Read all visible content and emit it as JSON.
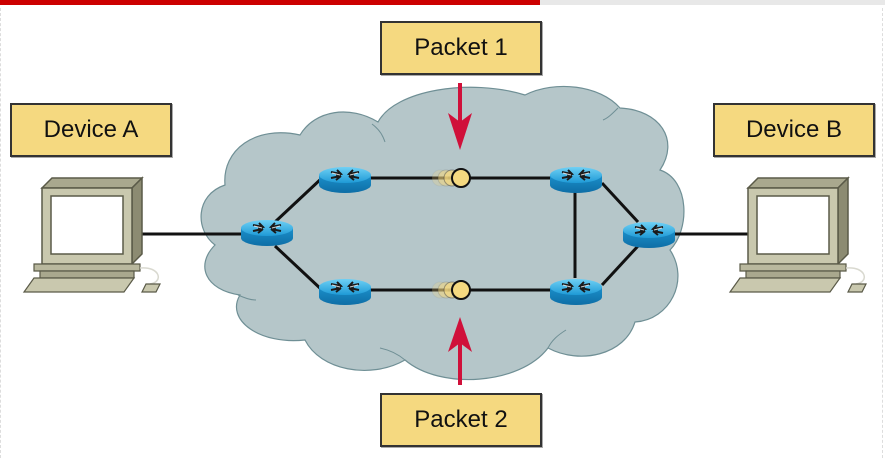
{
  "slide_progress": {
    "fraction": 0.61,
    "fill_color": "#cc0000",
    "track_color": "#e8e8e8"
  },
  "labels": {
    "device_a": "Device A",
    "device_b": "Device B",
    "packet_1": "Packet 1",
    "packet_2": "Packet 2"
  },
  "colors": {
    "label_fill": "#f5d980",
    "cloud_fill": "#b5c6c9",
    "router_blue": "#2aa0d8",
    "arrow_red": "#d0103a",
    "packet_yellow": "#f5d980",
    "link_black": "#111111"
  },
  "nodes": [
    {
      "id": "device-a",
      "type": "computer",
      "label_ref": "device_a"
    },
    {
      "id": "router-left",
      "type": "router"
    },
    {
      "id": "router-top-left",
      "type": "router"
    },
    {
      "id": "router-bottom-left",
      "type": "router"
    },
    {
      "id": "router-top-right",
      "type": "router"
    },
    {
      "id": "router-bottom-right",
      "type": "router"
    },
    {
      "id": "router-right",
      "type": "router"
    },
    {
      "id": "device-b",
      "type": "computer",
      "label_ref": "device_b"
    }
  ],
  "links": [
    [
      "device-a",
      "router-left"
    ],
    [
      "router-left",
      "router-top-left"
    ],
    [
      "router-left",
      "router-bottom-left"
    ],
    [
      "router-top-left",
      "router-top-right"
    ],
    [
      "router-bottom-left",
      "router-bottom-right"
    ],
    [
      "router-top-right",
      "router-bottom-right"
    ],
    [
      "router-top-right",
      "router-right"
    ],
    [
      "router-bottom-right",
      "router-right"
    ],
    [
      "router-right",
      "device-b"
    ]
  ],
  "packets": [
    {
      "id": "packet-1",
      "label_ref": "packet_1",
      "link": [
        "router-top-left",
        "router-top-right"
      ],
      "arrow": "down"
    },
    {
      "id": "packet-2",
      "label_ref": "packet_2",
      "link": [
        "router-bottom-left",
        "router-bottom-right"
      ],
      "arrow": "up"
    }
  ]
}
